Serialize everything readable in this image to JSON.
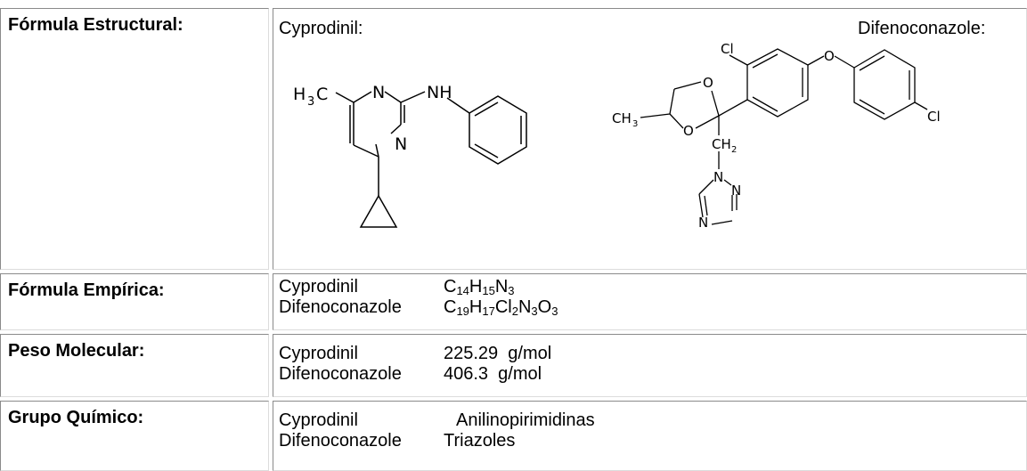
{
  "structural": {
    "label": "Fórmula Estructural:",
    "cyprodinil_name": "Cyprodinil:",
    "difenoconazole_name": "Difenoconazole:",
    "cyp_atoms": {
      "h3c_H": "H",
      "h3c_3": "3",
      "h3c_C": "C",
      "n1": "N",
      "n2": "N",
      "nh": "NH"
    },
    "dif_atoms": {
      "cl1": "Cl",
      "o_ring1": "O",
      "o_ring2": "O",
      "ch3": "CH",
      "ch3_sub": "3",
      "o_ether": "O",
      "cl2": "Cl",
      "ch2": "CH",
      "ch2_sub": "2",
      "n1": "N",
      "n2": "N",
      "n3": "N"
    }
  },
  "empirical": {
    "label": "Fórmula Empírica:",
    "rows": [
      {
        "name": "Cyprodinil",
        "formula": [
          [
            "C",
            ""
          ],
          [
            "14",
            "sub"
          ],
          [
            "H",
            ""
          ],
          [
            "15",
            "sub"
          ],
          [
            "N",
            ""
          ],
          [
            "3",
            "sub"
          ]
        ]
      },
      {
        "name": "Difenoconazole",
        "formula": [
          [
            "C",
            ""
          ],
          [
            "19",
            "sub"
          ],
          [
            "H",
            ""
          ],
          [
            "17",
            "sub"
          ],
          [
            "Cl",
            ""
          ],
          [
            "2",
            "sub"
          ],
          [
            "N",
            ""
          ],
          [
            "3",
            "sub"
          ],
          [
            "O",
            ""
          ],
          [
            "3",
            "sub"
          ]
        ]
      }
    ]
  },
  "molecular_weight": {
    "label": "Peso Molecular:",
    "rows": [
      {
        "name": "Cyprodinil",
        "value": "225.29  g/mol"
      },
      {
        "name": "Difenoconazole",
        "value": "406.3  g/mol"
      }
    ]
  },
  "chemical_group": {
    "label": "Grupo Químico:",
    "rows": [
      {
        "name": "Cyprodinil",
        "value": "Anilinopirimidinas"
      },
      {
        "name": "Difenoconazole",
        "value": "Triazoles"
      }
    ]
  }
}
